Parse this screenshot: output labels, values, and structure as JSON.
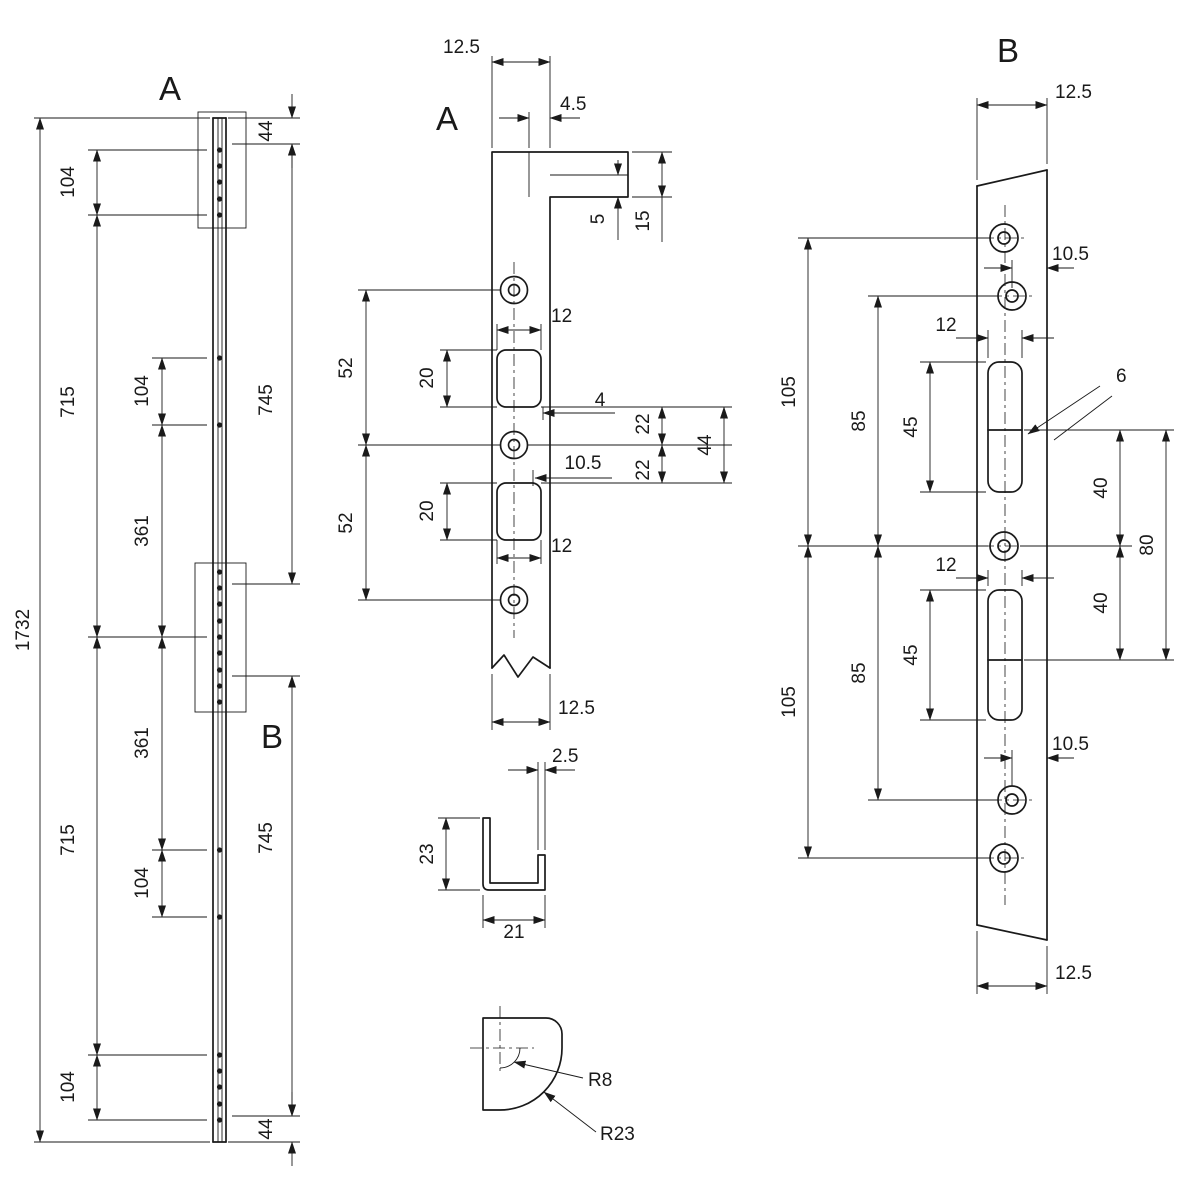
{
  "overview": {
    "label_a": "A",
    "label_b": "B",
    "dim_total": "1732",
    "dim_104_top": "104",
    "dim_715_top": "715",
    "dim_361_top": "361",
    "dim_104_mid_top": "104",
    "dim_361_bot": "361",
    "dim_104_mid_bot": "104",
    "dim_715_bot": "715",
    "dim_104_bot": "104",
    "dim_44_top": "44",
    "dim_745_top": "745",
    "dim_745_bot": "745",
    "dim_44_bot": "44"
  },
  "detail_a": {
    "label": "A",
    "dim_12_5_top": "12.5",
    "dim_4_5": "4.5",
    "dim_5": "5",
    "dim_15": "15",
    "dim_52_top": "52",
    "dim_20_top": "20",
    "dim_12_top": "12",
    "dim_4": "4",
    "dim_22_a": "22",
    "dim_22_b": "22",
    "dim_44": "44",
    "dim_10_5": "10.5",
    "dim_20_bot": "20",
    "dim_12_bot": "12",
    "dim_52_bot": "52",
    "dim_12_5_bot": "12.5"
  },
  "section_view": {
    "dim_2_5": "2.5",
    "dim_23": "23",
    "dim_21": "21"
  },
  "corner_view": {
    "r8": "R8",
    "r23": "R23"
  },
  "detail_b": {
    "label": "B",
    "dim_12_5_top": "12.5",
    "dim_10_5_top": "10.5",
    "dim_105_top": "105",
    "dim_85_top": "85",
    "dim_12_top": "12",
    "dim_45_top": "45",
    "dim_6": "6",
    "dim_40_top": "40",
    "dim_80": "80",
    "dim_12_bot": "12",
    "dim_40_bot": "40",
    "dim_105_bot": "105",
    "dim_85_bot": "85",
    "dim_45_bot": "45",
    "dim_10_5_bot": "10.5",
    "dim_12_5_bot": "12.5"
  },
  "colors": {
    "ink": "#1a1a1a",
    "background": "#ffffff"
  }
}
